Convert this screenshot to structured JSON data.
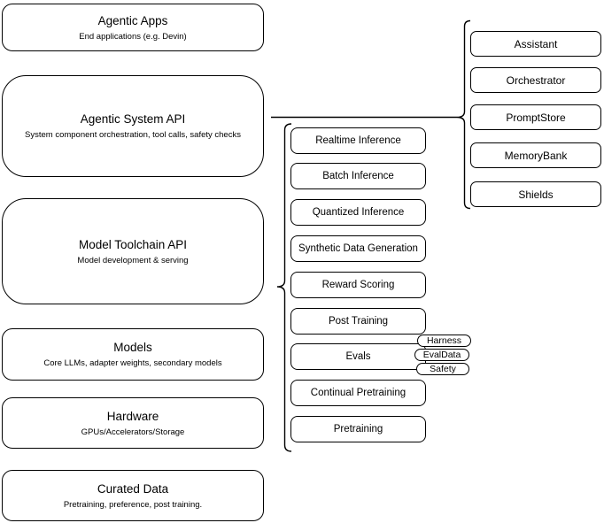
{
  "left": [
    {
      "title": "Agentic Apps",
      "subtitle": "End applications (e.g. Devin)"
    },
    {
      "title": "Agentic System API",
      "subtitle": "System component orchestration, tool calls, safety checks"
    },
    {
      "title": "Model Toolchain API",
      "subtitle": "Model development & serving"
    },
    {
      "title": "Models",
      "subtitle": "Core LLMs, adapter weights, secondary models"
    },
    {
      "title": "Hardware",
      "subtitle": "GPUs/Accelerators/Storage"
    },
    {
      "title": "Curated Data",
      "subtitle": "Pretraining, preference, post training."
    }
  ],
  "toolchain": {
    "items": [
      "Realtime Inference",
      "Batch Inference",
      "Quantized Inference",
      "Synthetic Data Generation",
      "Reward Scoring",
      "Post Training",
      "Evals",
      "Continual Pretraining",
      "Pretraining"
    ],
    "evals_tags": [
      "Harness",
      "EvalData",
      "Safety"
    ]
  },
  "system": {
    "items": [
      "Assistant",
      "Orchestrator",
      "PromptStore",
      "MemoryBank",
      "Shields"
    ]
  },
  "colors": {
    "stroke": "#000000",
    "fill": "#ffffff"
  }
}
